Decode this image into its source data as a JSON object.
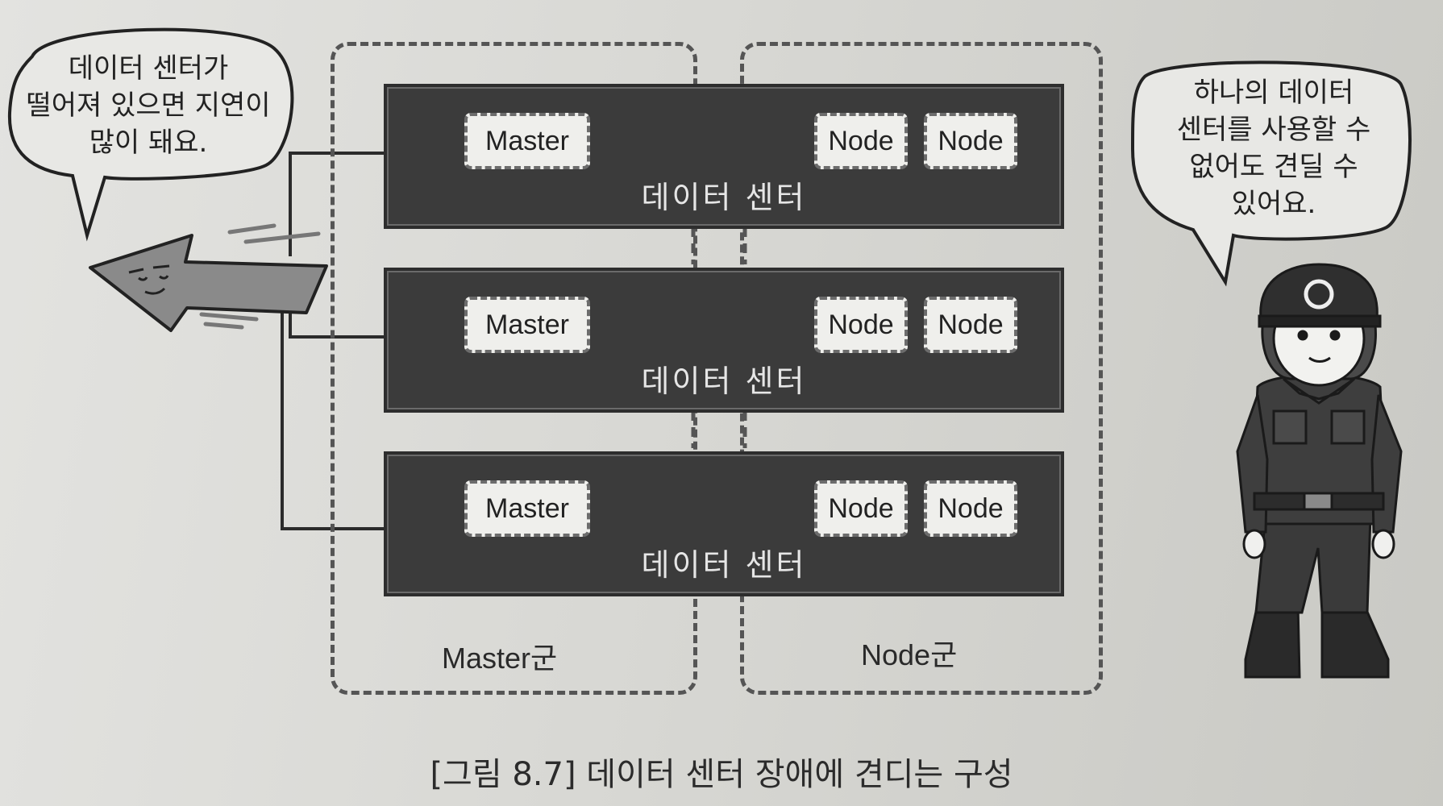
{
  "data_centers": [
    {
      "label": "데이터 센터",
      "master_label": "Master",
      "node_labels": [
        "Node",
        "Node"
      ]
    },
    {
      "label": "데이터 센터",
      "master_label": "Master",
      "node_labels": [
        "Node",
        "Node"
      ]
    },
    {
      "label": "데이터 센터",
      "master_label": "Master",
      "node_labels": [
        "Node",
        "Node"
      ]
    }
  ],
  "groups": {
    "master_group": "Master군",
    "node_group": "Node군"
  },
  "left_bubble": {
    "lines": [
      "데이터 센터가",
      "떨어져 있으면 지연이",
      "많이 돼요."
    ]
  },
  "right_bubble": {
    "lines": [
      "하나의 데이터",
      "센터를 사용할 수",
      "없어도 견딜 수",
      "있어요."
    ]
  },
  "caption": "[그림 8.7] 데이터 센터 장애에 견디는 구성"
}
